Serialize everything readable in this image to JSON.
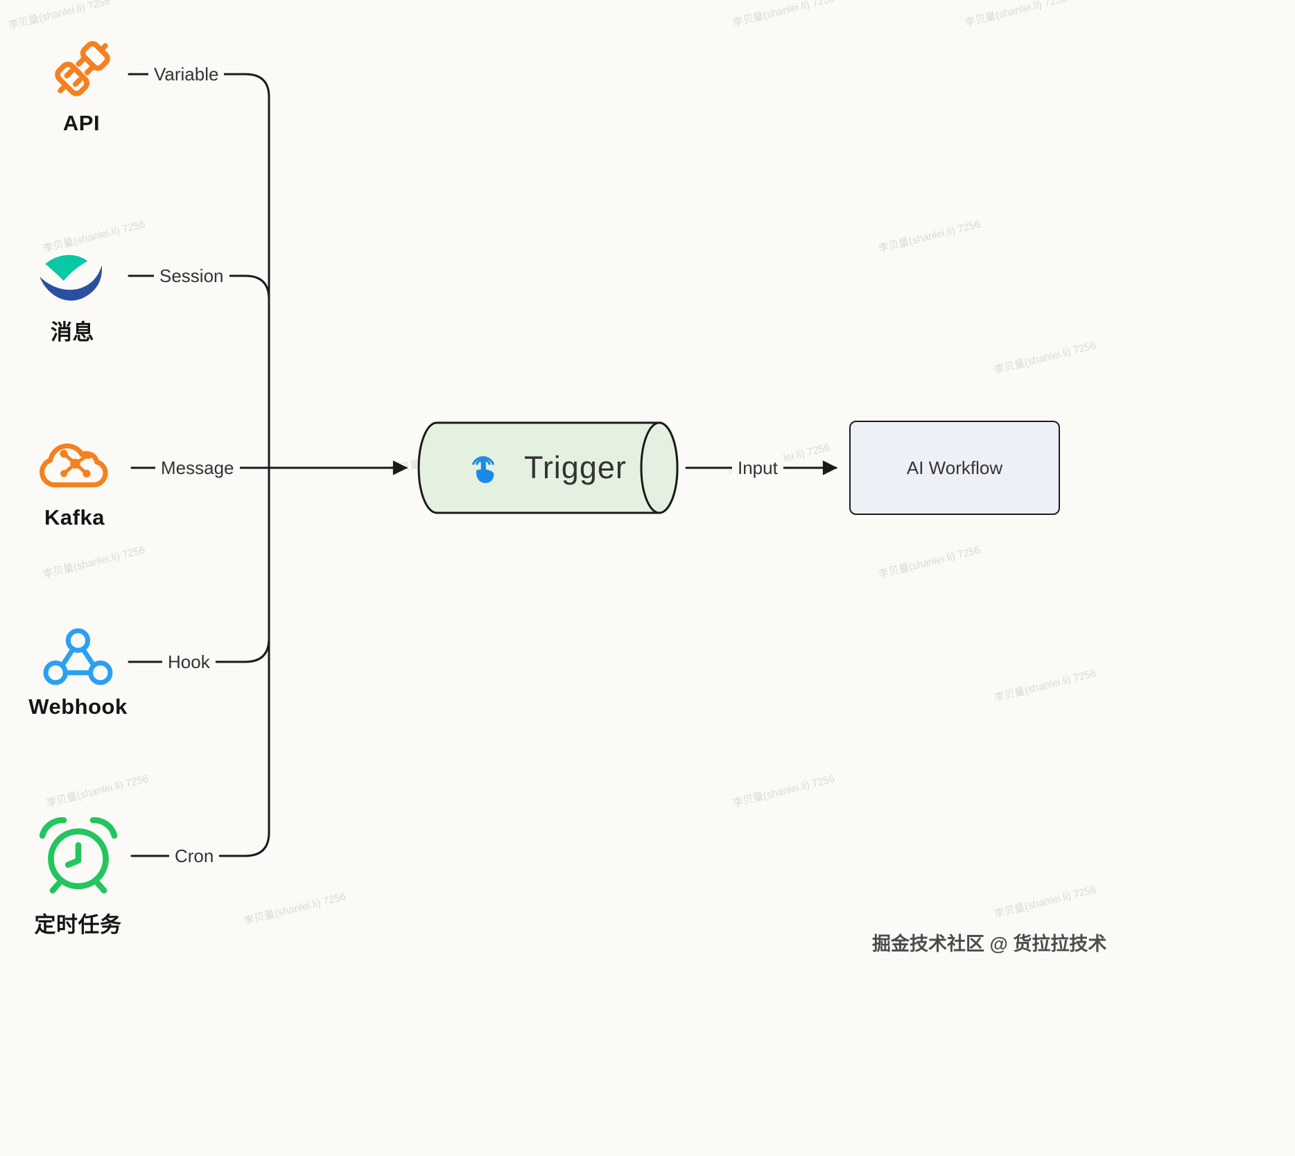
{
  "colors": {
    "canvas": "#fbfaf7",
    "line": "#1a1a1a",
    "label": "#333333",
    "caption": "#151515",
    "orange": "#f4801f",
    "teal": "#08c9a4",
    "navy": "#2b4fa0",
    "blue": "#2aa0f2",
    "green": "#22c55e",
    "trigger-fill": "#e4f1e0",
    "trigger-icon": "#1e88e5",
    "workflow-fill": "#edf1f7"
  },
  "sources": [
    {
      "label": "API",
      "edge_label": "Variable",
      "icon": "api-plug-icon"
    },
    {
      "label": "消息",
      "edge_label": "Session",
      "icon": "lark-message-icon"
    },
    {
      "label": "Kafka",
      "edge_label": "Message",
      "icon": "kafka-cloud-icon"
    },
    {
      "label": "Webhook",
      "edge_label": "Hook",
      "icon": "webhook-icon"
    },
    {
      "label": "定时任务",
      "edge_label": "Cron",
      "icon": "alarm-clock-icon"
    }
  ],
  "trigger": {
    "label": "Trigger"
  },
  "input_edge": {
    "label": "Input"
  },
  "workflow": {
    "label": "AI Workflow"
  },
  "watermark": {
    "tile": "李贝量(shanlei.li) 7256",
    "credit": "掘金技术社区 @ 货拉拉技术"
  }
}
